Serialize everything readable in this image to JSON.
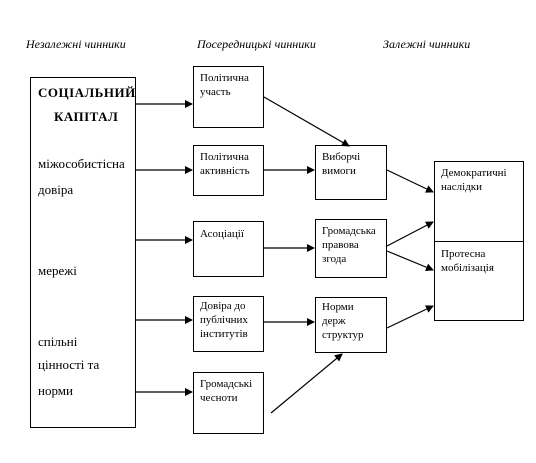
{
  "headers": {
    "independent": "Незалежні чинники",
    "mediating": "Посередницькі чинники",
    "dependent": "Залежні чинники"
  },
  "social_capital": {
    "title_line1": "СОЦІАЛЬНИЙ",
    "title_line2": "КАПІТАЛ",
    "item_trust_line1": "міжособистісна",
    "item_trust_line2": "довіра",
    "item_networks": "мережі",
    "item_values_line1": "спільні",
    "item_values_line2": "цінності та",
    "item_values_line3": "норми"
  },
  "mediators": {
    "participation": "Політична\nучасть",
    "activity": "Політична\nактивність",
    "associations": "Асоціації",
    "trust_institutions": "Довіра до\nпублічних\nінститутів",
    "civic_virtues": "Громадські\nчесноти"
  },
  "second_level": {
    "electoral": "Виборчі\nвимоги",
    "civic_consent": "Громадська\nправова\nзгода",
    "state_norms": "Норми\nдерж\nструктур"
  },
  "outcomes": {
    "democratic": "Демократичні\nнаслідки",
    "protest": "Протесна\nмобілізація"
  }
}
